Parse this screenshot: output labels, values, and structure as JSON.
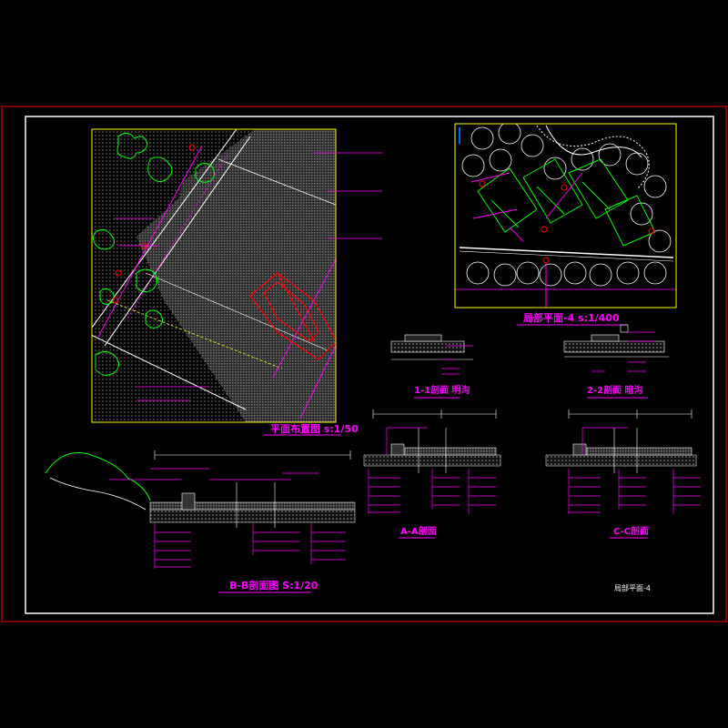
{
  "drawing": {
    "titles": {
      "plan": "平面布置图 s:1/50",
      "site_plan": "局部平面-4 s:1/400",
      "section_11": "1-1剖面 明沟",
      "section_22": "2-2剖面 暗沟",
      "section_aa": "A-A剖面",
      "section_cc": "C-C剖面",
      "section_bb": "B-B剖面图 S:1/20",
      "sheet_no": "局部平面-4"
    },
    "colors": {
      "background": "#000000",
      "border": "#ff0000",
      "annotation": "#ff00ff",
      "linework": "#ffffff",
      "vegetation": "#00ff00",
      "frame": "#ffff00",
      "vehicle": "#ff0000"
    }
  }
}
